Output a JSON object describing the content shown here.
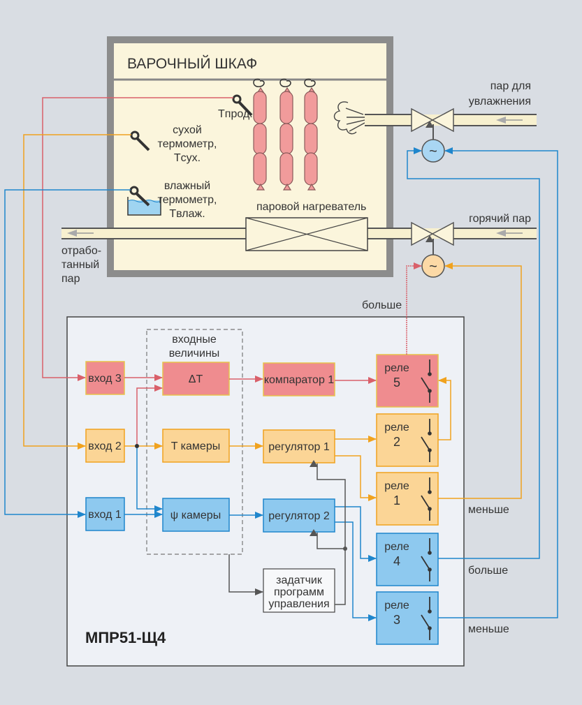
{
  "colors": {
    "background": "#d9dde3",
    "chamber_fill": "#fbf5dc",
    "chamber_border": "#8c8c8c",
    "controller_fill": "#eef1f6",
    "red_fill": "#ef8c8f",
    "red_line": "#d9606a",
    "orange_fill": "#fbd596",
    "orange_line": "#f0a21e",
    "blue_fill": "#8ec9ef",
    "blue_line": "#1f86cc",
    "gray_line": "#555555",
    "sausage": "#f19b9b",
    "pipe_fill": "#f7f0cf"
  },
  "chamber": {
    "title": "ВАРОЧНЫЙ ШКАФ",
    "product_sensor": "Tпрод.",
    "dry_thermometer": [
      "сухой",
      "термометр,",
      "Tсух."
    ],
    "wet_thermometer": [
      "влажный",
      "термометр,",
      "Tвлаж."
    ],
    "heater_label": "паровой нагреватель"
  },
  "pipes": {
    "humidify_steam": [
      "пар для",
      "увлажнения"
    ],
    "hot_steam": "горячий пар",
    "exhaust_steam": [
      "отрабо-",
      "танный",
      "пар"
    ]
  },
  "actuators": {
    "glyph": "~"
  },
  "controller": {
    "model": "МПР51-Щ4",
    "inputs_group_label": [
      "входные",
      "величины"
    ],
    "blocks": {
      "input3": "вход 3",
      "input2": "вход 2",
      "input1": "вход 1",
      "delta_t": "ΔT",
      "t_chamber": "T камеры",
      "psi_chamber": "ψ камеры",
      "comparator1": "компаратор 1",
      "regulator1": "регулятор 1",
      "regulator2": "регулятор 2",
      "program_setter": [
        "задатчик",
        "программ",
        "управления"
      ]
    },
    "relays": [
      {
        "label": "реле",
        "number": "5",
        "color": "red"
      },
      {
        "label": "реле",
        "number": "2",
        "color": "orange"
      },
      {
        "label": "реле",
        "number": "1",
        "color": "orange"
      },
      {
        "label": "реле",
        "number": "4",
        "color": "blue"
      },
      {
        "label": "реле",
        "number": "3",
        "color": "blue"
      }
    ]
  },
  "signal_labels": {
    "more_top": "больше",
    "less_orange": "меньше",
    "more_blue": "больше",
    "less_blue": "меньше"
  }
}
